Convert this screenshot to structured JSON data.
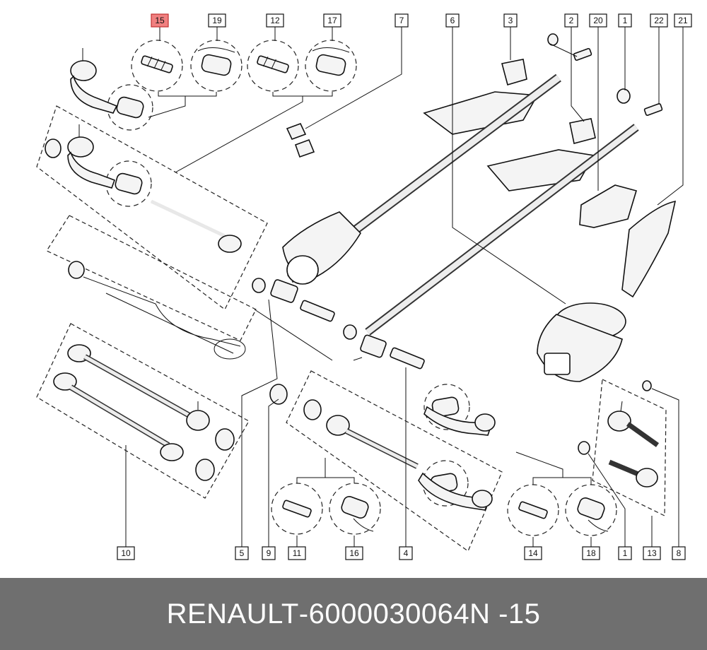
{
  "diagram": {
    "highlighted_callout": "15",
    "highlight_color": "#f08080",
    "callouts": {
      "c15": "15",
      "c19": "19",
      "c12": "12",
      "c17": "17",
      "c7": "7",
      "c6": "6",
      "c3": "3",
      "c2": "2",
      "c20": "20",
      "c1a": "1",
      "c22": "22",
      "c21": "21",
      "c10": "10",
      "c5": "5",
      "c9": "9",
      "c11": "11",
      "c16": "16",
      "c4": "4",
      "c14": "14",
      "c18": "18",
      "c1b": "1",
      "c13": "13",
      "c8": "8"
    }
  },
  "footer": {
    "brand": "RENAULT",
    "separator": "-",
    "part_number": "6000030064",
    "position_prefix": "N -",
    "position_value": "15",
    "background": "#6f6f6f",
    "text_color": "#ffffff"
  }
}
